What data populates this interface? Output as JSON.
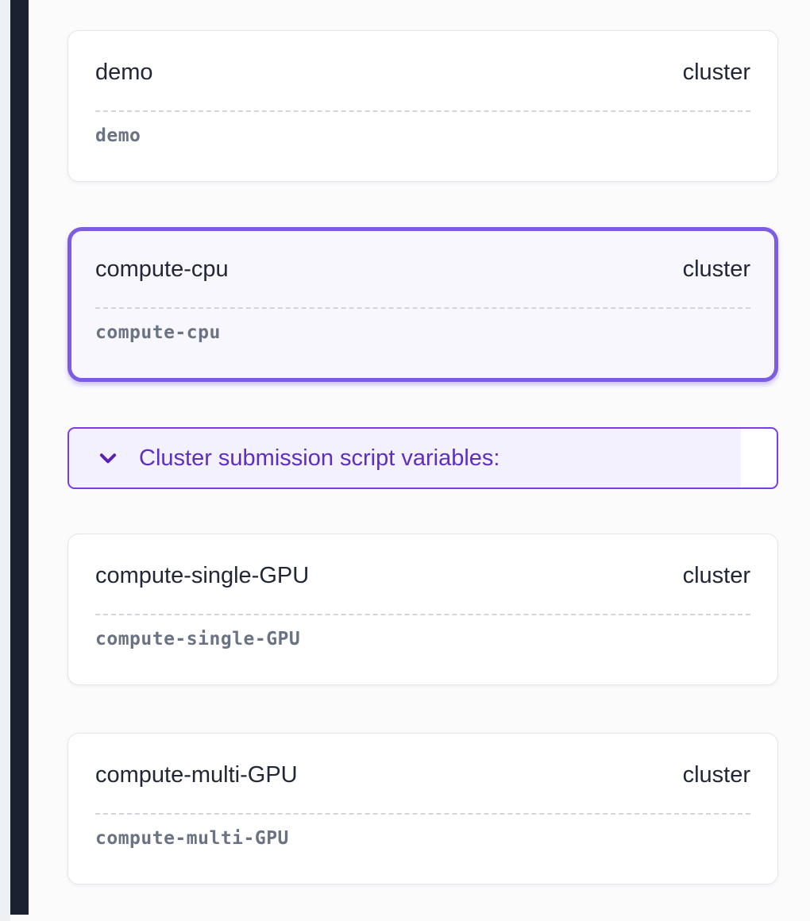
{
  "colors": {
    "accent_purple": "#7c3aed",
    "selected_border": "#7d5ce4",
    "header_text": "#5d2fc0",
    "title_text": "#212737",
    "code_text": "#6a7383",
    "card_border": "#e3e5e9",
    "selected_bg": "#f8f7fe",
    "header_bg": "#f4f1fe",
    "sidebar_dark": "#1a2130",
    "page_bg": "#fbfbfc"
  },
  "cards": [
    {
      "title": "demo",
      "type_label": "cluster",
      "code": "demo",
      "selected": false
    },
    {
      "title": "compute-cpu",
      "type_label": "cluster",
      "code": "compute-cpu",
      "selected": true
    },
    {
      "title": "compute-single-GPU",
      "type_label": "cluster",
      "code": "compute-single-GPU",
      "selected": false
    },
    {
      "title": "compute-multi-GPU",
      "type_label": "cluster",
      "code": "compute-multi-GPU",
      "selected": false
    }
  ],
  "section_header": {
    "label": "Cluster submission script variables:",
    "icon": "chevron-down",
    "expanded": true
  }
}
